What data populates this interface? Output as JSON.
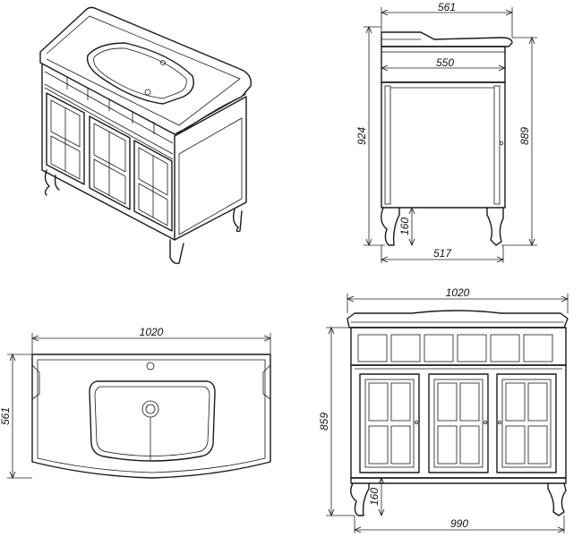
{
  "views": {
    "side": {
      "dim_top_width": "561",
      "dim_inner_width": "550",
      "dim_total_height": "924",
      "dim_body_height": "889",
      "dim_leg_height": "160",
      "dim_bottom_depth": "517"
    },
    "top": {
      "dim_width": "1020",
      "dim_depth": "561"
    },
    "front": {
      "dim_top_width": "1020",
      "dim_height": "859",
      "dim_leg_height": "160",
      "dim_bottom_width": "990"
    }
  }
}
